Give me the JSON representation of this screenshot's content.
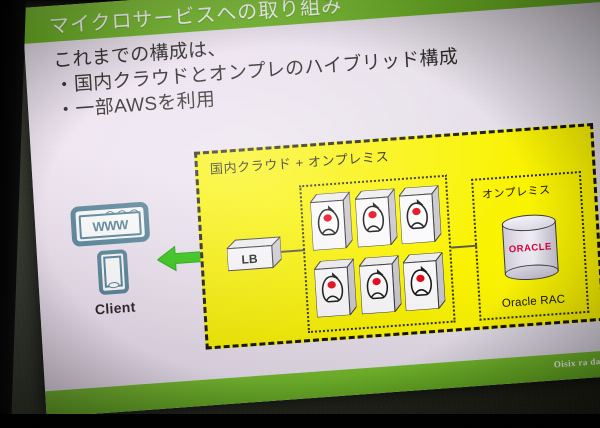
{
  "slide": {
    "title": "マイクロサービスへの取り組み",
    "body_lines": [
      "これまでの構成は、",
      "・国内クラウドとオンプレのハイブリッド構成",
      "・一部AWSを利用"
    ],
    "footer_logo": "Oisix ra daichi"
  },
  "diagram": {
    "client": {
      "browser_label": "WWW",
      "caption": "Client"
    },
    "arrow": "bidirectional-arrow",
    "yellow_zone": {
      "title": "国内クラウド + オンプレミス",
      "load_balancer": "LB",
      "servers": [
        "linux-server",
        "linux-server",
        "linux-server",
        "linux-server",
        "linux-server",
        "linux-server"
      ],
      "onprem_zone": {
        "title": "オンプレミス",
        "database_label": "ORACLE",
        "caption": "Oracle RAC"
      }
    }
  },
  "colors": {
    "brand_green": "#78c12c",
    "footer_green": "#63ad1c",
    "yellow_zone": "#fbf400",
    "arrow_green": "#22c400",
    "client_blue": "#4c7c92",
    "oracle_red": "#d7003a",
    "slide_bg": "#ece2ef"
  }
}
